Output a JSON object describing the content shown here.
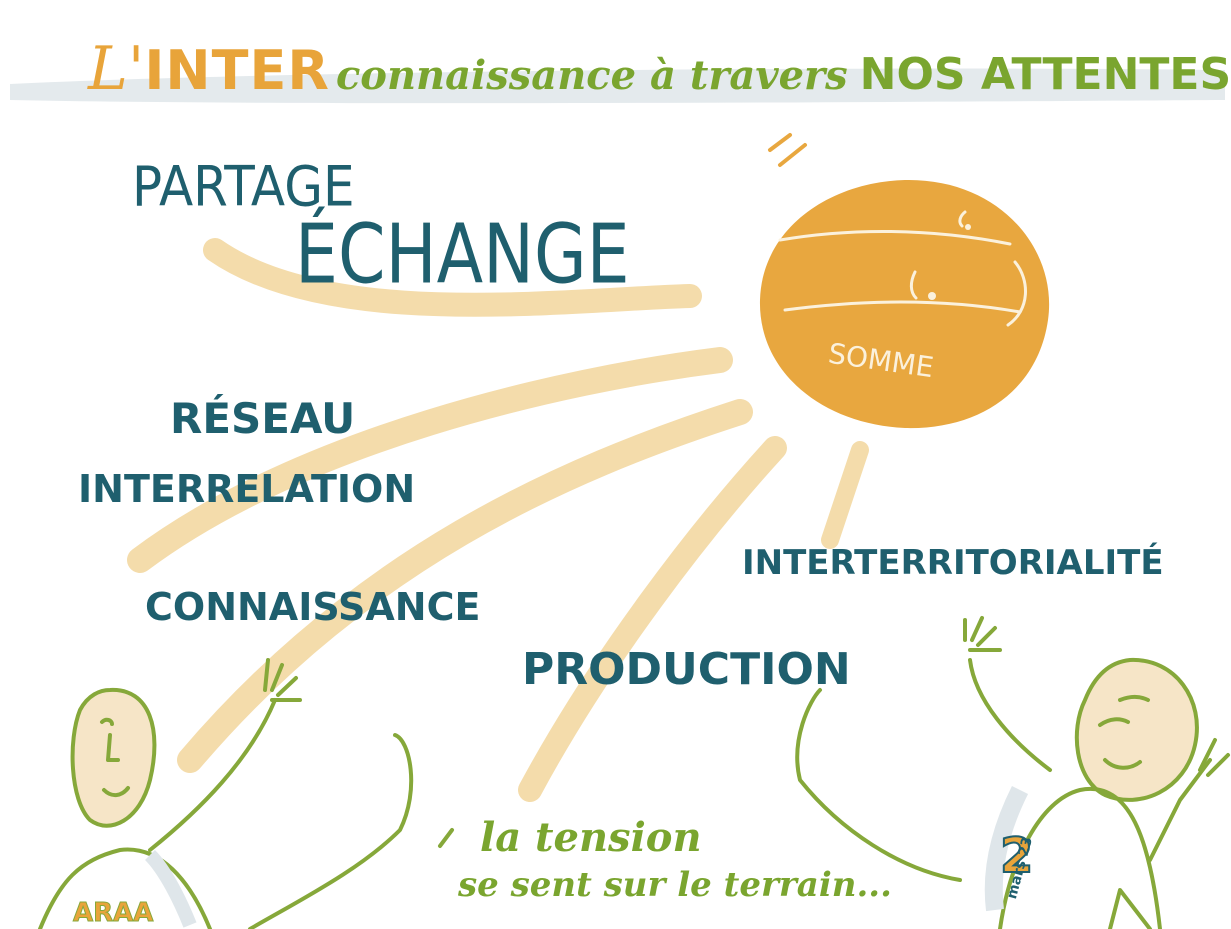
{
  "title": {
    "part1": "L'",
    "part2": "INTER",
    "part3": "connaissance à travers",
    "part4": "NOS ATTENTES"
  },
  "keywords": {
    "partage": "PARTAGE",
    "echange": "ÉCHANGE",
    "reseau": "RÉSEAU",
    "interrelation": "INTERRELATION",
    "connaissance": "CONNAISSANCE",
    "production": "PRODUCTION",
    "interterritorialite": "INTERTERRITORIALITÉ"
  },
  "sun": {
    "label": "SOMME"
  },
  "caption": {
    "line1": "la tension",
    "line2": "se sent sur le terrain..."
  },
  "left_character": {
    "shirt_text": "ARAA"
  },
  "right_character": {
    "badge_number": "2",
    "badge_text": "mars 23"
  },
  "colors": {
    "title_orange": "#e8a43a",
    "title_green": "#7aa52f",
    "keyword_teal": "#1f5f6e",
    "sun": "#e8a73f",
    "ray": "#f3d9a6",
    "character_green": "#86a83a"
  }
}
